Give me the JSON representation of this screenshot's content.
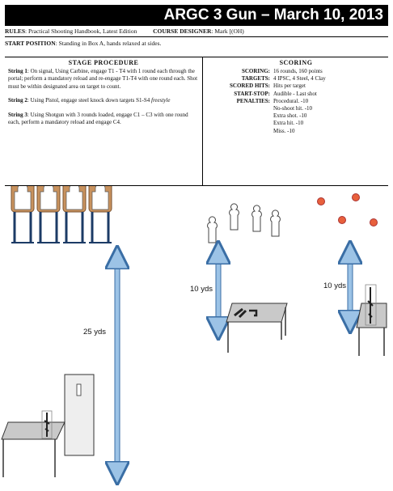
{
  "header": {
    "title": "ARGC 3 Gun – March 10, 2013"
  },
  "rules": {
    "rules_label": "RULES",
    "rules_value": ": Practical Shooting Handbook, Latest Edition",
    "designer_label": "COURSE DESIGNER",
    "designer_value": ": Mark [(OH)"
  },
  "start_position": {
    "label": "START POSITION",
    "value": ":  Standing in Box A, hands relaxed at sides."
  },
  "stage_procedure": {
    "heading": "STAGE PROCEDURE",
    "strings": [
      {
        "label": "String 1",
        "text": ": On signal, Using Carbine, engage T1 - T4 with 1 round each through the portal; perform a mandatory reload and re-engage T1-T4 with one round each. Shot must be within designated area on target to count."
      },
      {
        "label": "String 2",
        "text": ": Using Pistol, engage steel knock down targets S1-S4",
        "emph": "freestyle"
      },
      {
        "label": "String 3",
        "text": ": Using Shotgun with 3 rounds loaded, engage C1 – C3 with one round each, perform a mandatory reload and engage C4."
      }
    ]
  },
  "scoring": {
    "heading": "SCORING",
    "rows": [
      {
        "label": "SCORING:",
        "value": "16 rounds, 160 points"
      },
      {
        "label": "TARGETS:",
        "value": "4 IPSC, 4 Steel, 4 Clay"
      },
      {
        "label": "SCORED HITS:",
        "value": "Hits per target"
      },
      {
        "label": "START-STOP:",
        "value": "Audible - Last shot"
      },
      {
        "label": "PENALTIES:",
        "value": "Procedural. -10"
      },
      {
        "label": "",
        "value": "No-shoot hit. -10"
      },
      {
        "label": "",
        "value": "Extra shot. -10"
      },
      {
        "label": "",
        "value": "Extra hit. -10"
      },
      {
        "label": "",
        "value": "Miss. -10"
      }
    ]
  },
  "diagram": {
    "dist_carbine": "25 yds",
    "dist_pistol": "10 yds",
    "dist_shotgun": "10 yds",
    "colors": {
      "arrow": "#9cc3e6",
      "arrow_stroke": "#3a6ea5",
      "clay": "#e8603c",
      "target_bg": "#c8925e",
      "table": "#c9c9c9",
      "leg": "#1c3b66"
    }
  }
}
